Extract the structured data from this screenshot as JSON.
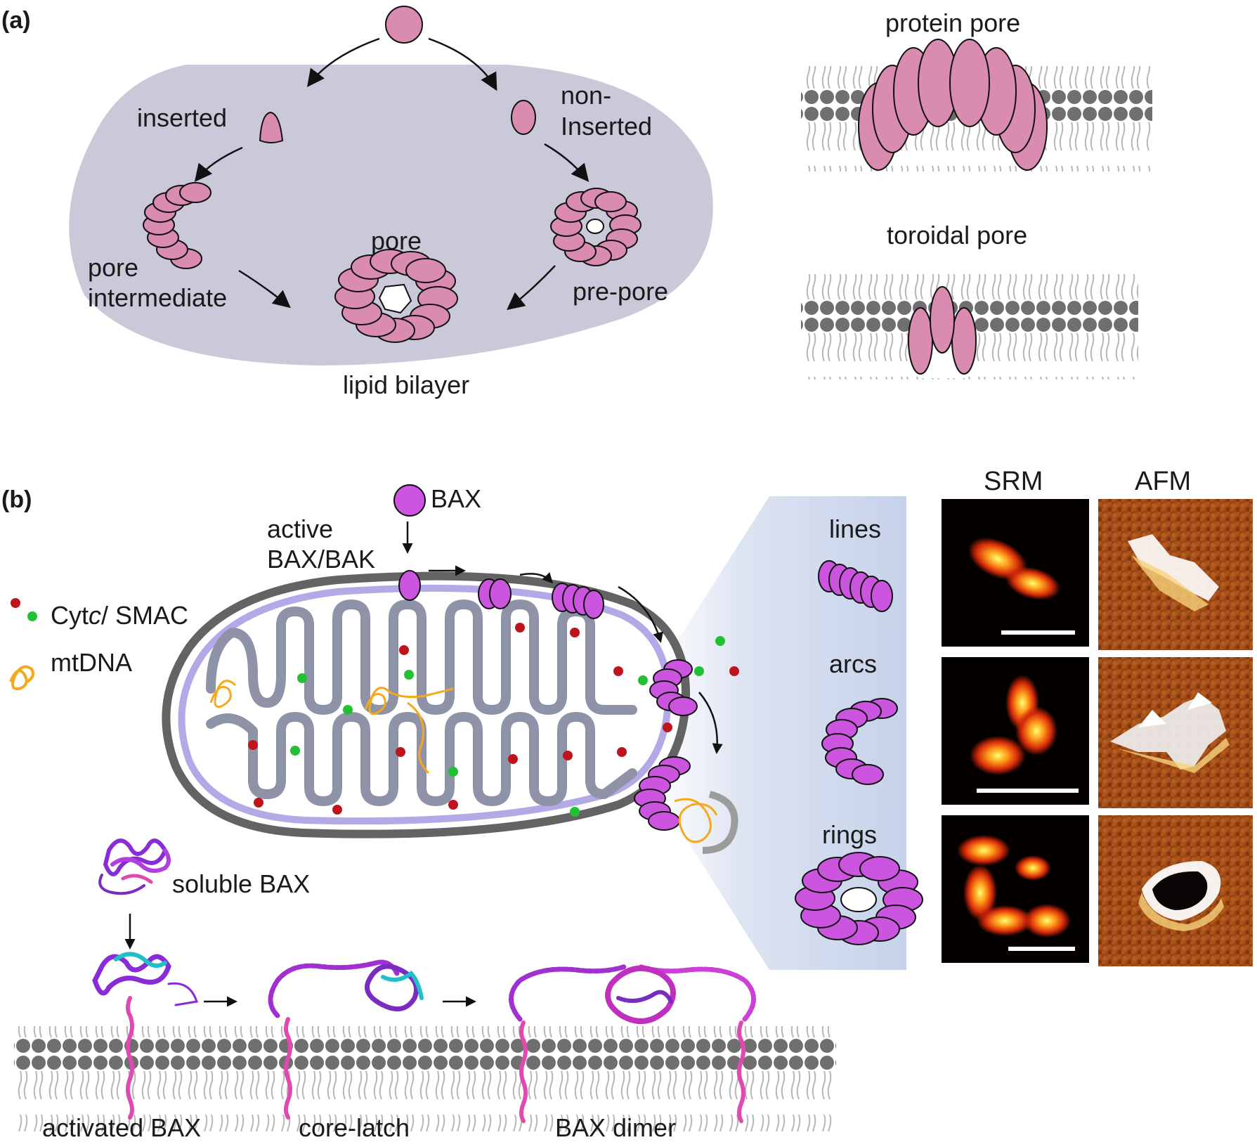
{
  "panel_a": {
    "tag": "(a)",
    "labels": {
      "inserted": "inserted",
      "non_inserted_1": "non-",
      "non_inserted_2": "Inserted",
      "pore_intermediate_1": "pore",
      "pore_intermediate_2": "intermediate",
      "pore": "pore",
      "pre_pore": "pre-pore",
      "lipid_bilayer": "lipid bilayer",
      "protein_pore": "protein pore",
      "toroidal_pore": "toroidal pore"
    }
  },
  "panel_b": {
    "tag": "(b)",
    "legend": {
      "bax": "BAX",
      "active_1": "active",
      "active_2": "BAX/BAK",
      "cytc_prefix": "Cyt",
      "cytc_italic": "c",
      "cytc_suffix": "/ SMAC",
      "mtdna": "mtDNA"
    },
    "shapes": {
      "lines": "lines",
      "arcs": "arcs",
      "rings": "rings"
    },
    "columns": {
      "srm": "SRM",
      "afm": "AFM"
    },
    "bottom": {
      "soluble": "soluble BAX",
      "activated": "activated BAX",
      "core_latch": "core-latch",
      "dimer": "BAX dimer"
    }
  },
  "colors": {
    "pink_pore": "#d98bb0",
    "bax_magenta": "#cc55e0",
    "lipid_gray": "#8a8a8a",
    "panel_bg": "#c9c9d9",
    "cytc_red": "#c0141c",
    "smac_green": "#22c033",
    "mtdna_orange": "#f5a81c"
  }
}
